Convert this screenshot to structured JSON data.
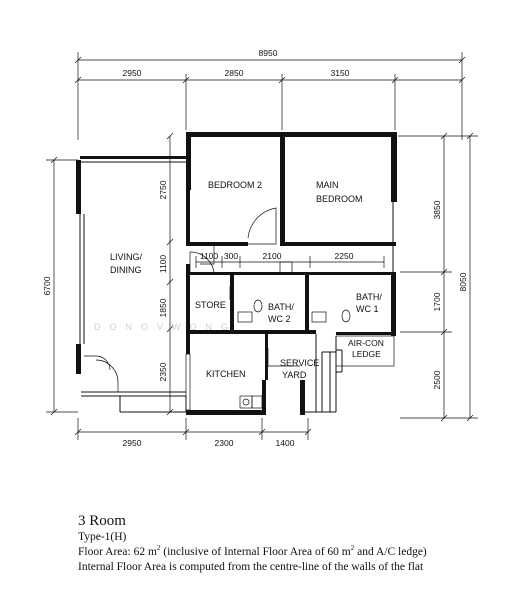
{
  "dimensions": {
    "overall_width": "8950",
    "top_segments": [
      "2950",
      "2850",
      "3150"
    ],
    "bottom_segments": [
      "2950",
      "2300",
      "1400"
    ],
    "left_height": "6700",
    "left_inner": [
      "2750",
      "1100",
      "1850",
      "2350"
    ],
    "right_inner": [
      "3850",
      "1700",
      "2500"
    ],
    "right_height": "8050",
    "mid_row": [
      "1100",
      "300",
      "2100",
      "2250"
    ]
  },
  "rooms": {
    "bedroom2": "BEDROOM 2",
    "main_bedroom_1": "MAIN",
    "main_bedroom_2": "BEDROOM",
    "living_1": "LIVING/",
    "living_2": "DINING",
    "store": "STORE",
    "bath2_1": "BATH/",
    "bath2_2": "WC 2",
    "bath1_1": "BATH/",
    "bath1_2": "WC  1",
    "aircon_1": "AIR-CON",
    "aircon_2": "LEDGE",
    "kitchen": "KITCHEN",
    "service_1": "SERVICE",
    "service_2": "YARD"
  },
  "watermark": "DONOVWONG",
  "info": {
    "title": "3 Room",
    "type": "Type-1(H)",
    "floor_area_prefix": "Floor Area: 62 m",
    "floor_area_sup": "2",
    "floor_area_middle": "  (inclusive of Internal Floor Area of 60 m",
    "floor_area_sup2": "2",
    "floor_area_suffix": " and A/C ledge)",
    "note": "Internal Floor Area is computed from the centre-line of the walls of the flat"
  }
}
